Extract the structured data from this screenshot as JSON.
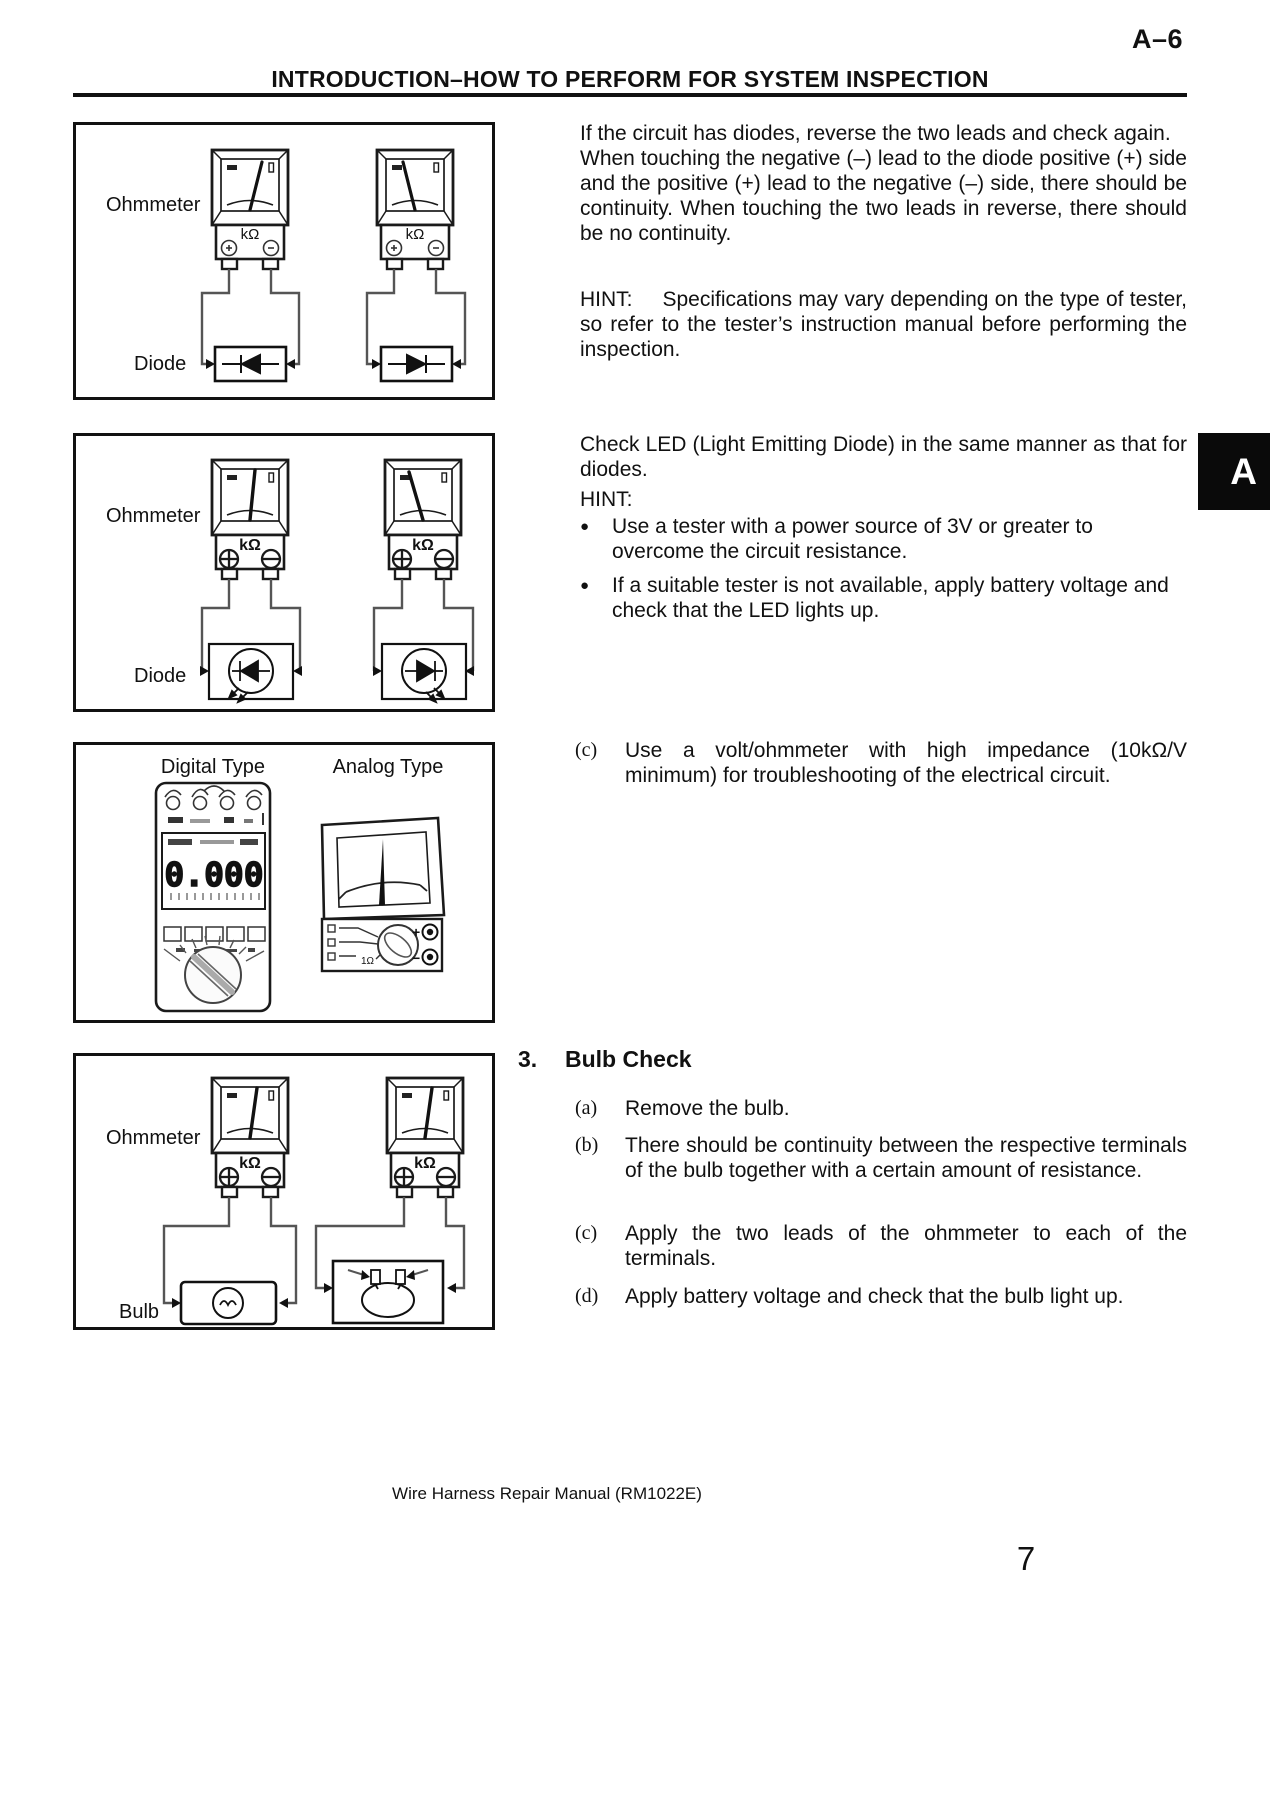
{
  "page": {
    "ref": "A–6",
    "header": "INTRODUCTION–HOW TO PERFORM FOR SYSTEM INSPECTION",
    "section_tab": "A",
    "footer": "Wire Harness Repair Manual (RM1022E)",
    "page_number": "7"
  },
  "figures": {
    "fig1": {
      "meter_label": "Ohmmeter",
      "component_label": "Diode",
      "unit": "kΩ"
    },
    "fig2": {
      "meter_label": "Ohmmeter",
      "component_label": "Diode",
      "unit": "kΩ"
    },
    "fig3": {
      "left_label": "Digital Type",
      "right_label": "Analog Type",
      "display": "0.000",
      "plus": "+",
      "minus": "−",
      "range": "1Ω"
    },
    "fig4": {
      "meter_label": "Ohmmeter",
      "component_label": "Bulb",
      "unit": "kΩ"
    }
  },
  "content": {
    "bullet_glyph": "●",
    "para1a": "If the circuit has diodes, reverse the two leads and check again.",
    "para1b": "When touching the negative (–) lead to the diode positive (+) side and the positive (+) lead to the negative (–) side, there should be continuity. When touching the two leads in reverse, there should be no continuity.",
    "hint1_label": "HINT:",
    "hint1_text": "Specifications may vary depending on the type of tester, so refer to the tester’s instruction manual before performing the inspection.",
    "para2": "Check LED (Light Emitting Diode) in the same manner as that for diodes.",
    "hint2_label": "HINT:",
    "bullet1": "Use a tester with a power source of 3V or greater to overcome the circuit resistance.",
    "bullet2": "If a suitable tester is not available, apply battery voltage and check that the LED lights up.",
    "item_c_top": {
      "label": "(c)",
      "text": "Use a volt/ohmmeter with high impedance (10kΩ/V minimum) for troubleshooting of the electrical circuit."
    },
    "section3": {
      "number": "3.",
      "title": "Bulb Check",
      "items": [
        {
          "label": "(a)",
          "text": "Remove the bulb."
        },
        {
          "label": "(b)",
          "text": "There should be continuity between the respective terminals of the bulb together with a certain amount of resistance."
        },
        {
          "label": "(c)",
          "text": "Apply the two leads of the ohmmeter to each of the terminals."
        },
        {
          "label": "(d)",
          "text": "Apply battery voltage and check that the bulb light up."
        }
      ]
    }
  }
}
